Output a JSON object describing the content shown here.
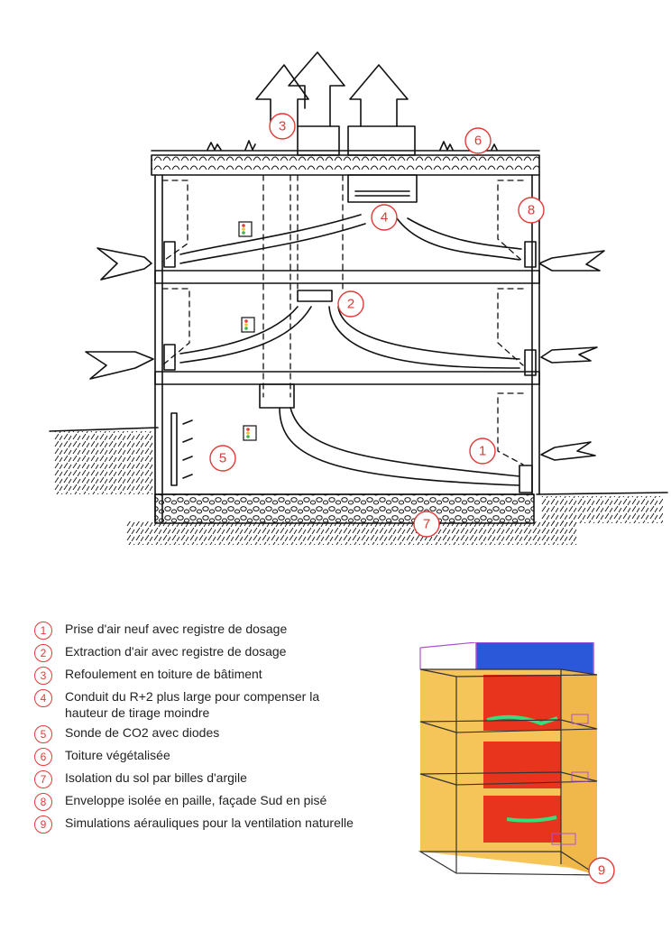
{
  "diagram": {
    "callouts": [
      "1",
      "2",
      "3",
      "4",
      "5",
      "6",
      "7",
      "8",
      "9"
    ]
  },
  "legend": [
    {
      "num": "1",
      "text": "Prise d'air neuf avec registre de dosage"
    },
    {
      "num": "2",
      "text": "Extraction d'air avec registre de dosage"
    },
    {
      "num": "3",
      "text": "Refoulement en toiture de bâtiment"
    },
    {
      "num": "4",
      "text": "Conduit du R+2 plus large pour compenser la hauteur de tirage moindre"
    },
    {
      "num": "5",
      "text": "Sonde de CO2 avec diodes"
    },
    {
      "num": "6",
      "text": "Toiture végétalisée"
    },
    {
      "num": "7",
      "text": "Isolation du sol par billes d'argile"
    },
    {
      "num": "8",
      "text": "Enveloppe isolée en paille, façade Sud en pisé"
    },
    {
      "num": "9",
      "text": "Simulations aérauliques pour la ventilation naturelle"
    }
  ],
  "colors": {
    "callout": "#e23a36",
    "ink": "#111111",
    "sim_hot": "#e8341c",
    "sim_warm": "#f6c55a",
    "sim_cold": "#2a58d8",
    "sim_frame": "#b04fd0"
  }
}
